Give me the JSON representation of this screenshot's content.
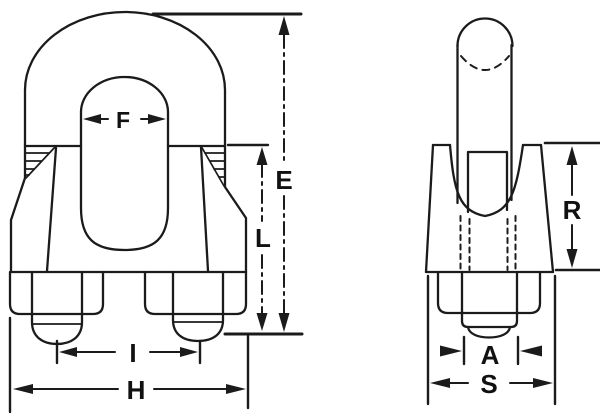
{
  "figure": {
    "type": "technical-line-drawing",
    "subject": "wire-rope-clip-two-views",
    "colors": {
      "line": "#1b1b1b",
      "background": "#ffffff"
    }
  },
  "views": {
    "front": {
      "labels": {
        "F": "F",
        "E": "E",
        "L": "L",
        "I": "I",
        "H": "H"
      }
    },
    "side": {
      "labels": {
        "R": "R",
        "A": "A",
        "S": "S"
      }
    }
  }
}
